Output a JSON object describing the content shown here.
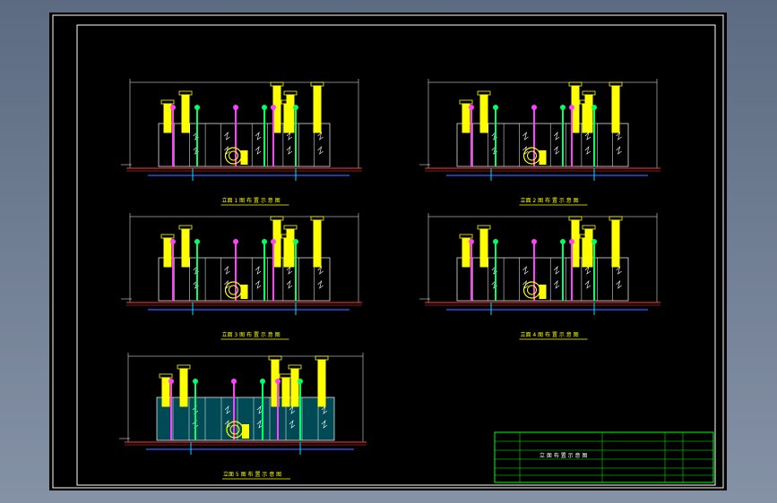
{
  "canvas": {
    "background_color": "#000000",
    "viewport_colors": [
      "#5d6b82",
      "#8592a6"
    ]
  },
  "drawing": {
    "line_colors": {
      "frame": "#ffffff",
      "ground": "#ff3b3b",
      "cabinet": "#ffffff",
      "equipment": "#ffff00",
      "pipe_blue": "#3060ff",
      "pipe_cyan": "#00e0ff",
      "pipe_magenta": "#ff40ff",
      "pipe_green": "#00ff66",
      "title_block": "#00ff00"
    },
    "elevation_views": [
      {
        "id": "view-1",
        "caption": "立面 1 图 布 置 示 意 图"
      },
      {
        "id": "view-2",
        "caption": "立面 2 图 布 置 示 意 图"
      },
      {
        "id": "view-3",
        "caption": "立面 3 图 布 置 示 意 图"
      },
      {
        "id": "view-4",
        "caption": "立面 4 图 布 置 示 意 图"
      },
      {
        "id": "view-5",
        "caption": "立面 5 图 布 置 示 意 图"
      }
    ],
    "title_block": {
      "drawing_title": "立 面 布 置 示 意 图"
    }
  }
}
